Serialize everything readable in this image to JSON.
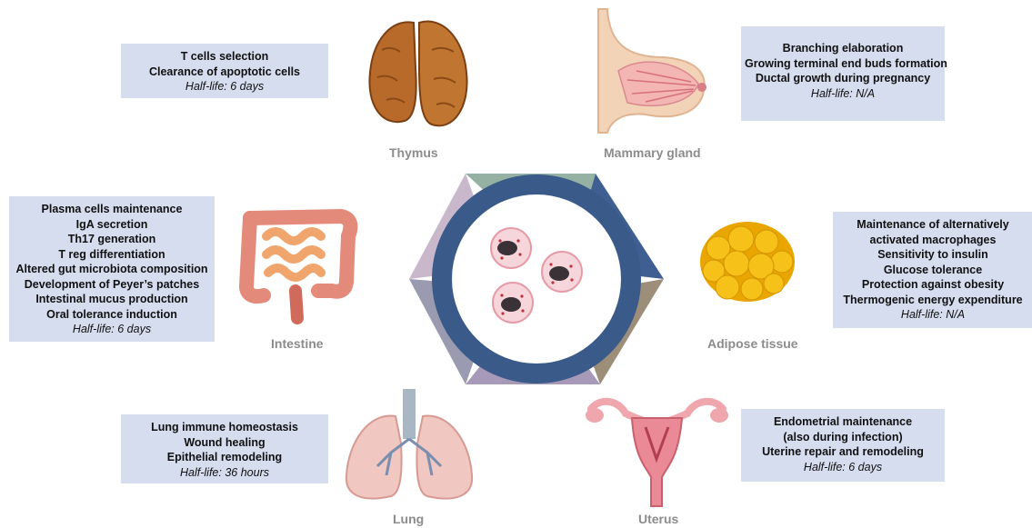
{
  "organs": {
    "thymus": {
      "label": "Thymus",
      "functions": [
        "T cells selection",
        "Clearance of apoptotic cells"
      ],
      "half_life": "Half-life: 6 days"
    },
    "mammary": {
      "label": "Mammary gland",
      "functions": [
        "Branching elaboration",
        "Growing terminal end buds formation",
        "Ductal growth during pregnancy"
      ],
      "half_life": "Half-life: N/A"
    },
    "intestine": {
      "label": "Intestine",
      "functions": [
        "Plasma cells maintenance",
        "IgA secretion",
        "Th17 generation",
        "T reg differentiation",
        "Altered gut microbiota composition",
        "Development of Peyer’s patches",
        "Intestinal mucus production",
        "Oral tolerance induction"
      ],
      "half_life": "Half-life: 6 days"
    },
    "adipose": {
      "label": "Adipose tissue",
      "functions": [
        "Maintenance of alternatively",
        "activated macrophages",
        "Sensitivity to insulin",
        "Glucose tolerance",
        "Protection against obesity",
        "Thermogenic energy expenditure"
      ],
      "half_life": "Half-life: N/A"
    },
    "lung": {
      "label": "Lung",
      "functions": [
        "Lung immune homeostasis",
        "Wound healing",
        "Epithelial remodeling"
      ],
      "half_life": "Half-life: 36 hours"
    },
    "uterus": {
      "label": "Uterus",
      "functions": [
        "Endometrial maintenance",
        "(also during infection)",
        "Uterine repair and remodeling"
      ],
      "half_life": "Half-life: 6 days"
    }
  },
  "colors": {
    "box_bg": "#d6ddef",
    "ring": "#3a5a8a",
    "label": "#8c8c8c"
  }
}
